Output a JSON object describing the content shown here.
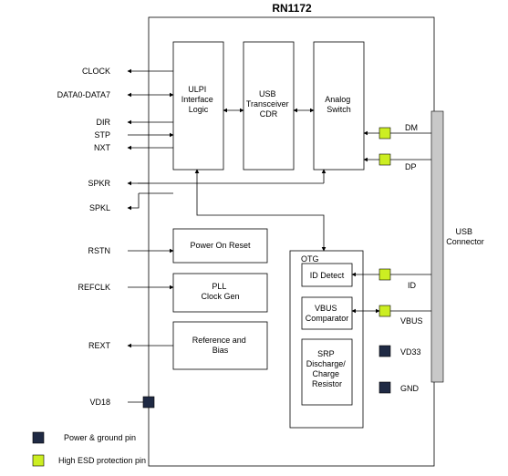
{
  "diagram": {
    "title": "RN1172",
    "blocks": {
      "ulpi": [
        "ULPI",
        "Interface",
        "Logic"
      ],
      "usb_transceiver": [
        "USB",
        "Transceiver",
        "CDR"
      ],
      "analog_switch": [
        "Analog",
        "Switch"
      ],
      "power_on_reset": [
        "Power On Reset"
      ],
      "pll": [
        "PLL",
        "Clock Gen"
      ],
      "reference_bias": [
        "Reference and",
        "Bias"
      ],
      "otg": "OTG",
      "id_detect": [
        "ID Detect"
      ],
      "vbus_comparator": [
        "VBUS",
        "Comparator"
      ],
      "srp": [
        "SRP",
        "Discharge/",
        "Charge",
        "Resistor"
      ]
    },
    "left_signals": {
      "clock": "CLOCK",
      "data": "DATA0-DATA7",
      "dir": "DIR",
      "stp": "STP",
      "nxt": "NXT",
      "spkr": "SPKR",
      "spkl": "SPKL",
      "rstn": "RSTN",
      "refclk": "REFCLK",
      "rext": "REXT",
      "vd18": "VD18"
    },
    "right_signals": {
      "dm": "DM",
      "dp": "DP",
      "id": "ID",
      "vbus": "VBUS",
      "vd33": "VD33",
      "gnd": "GND"
    },
    "connector": [
      "USB",
      "Connector"
    ],
    "legend": {
      "power_pin": "Power & ground pin",
      "esd_pin": "High ESD protection pin"
    },
    "colors": {
      "power_pin": "#1f2a44",
      "esd_pin": "#ccee22",
      "connector": "#c8c8c8"
    }
  }
}
